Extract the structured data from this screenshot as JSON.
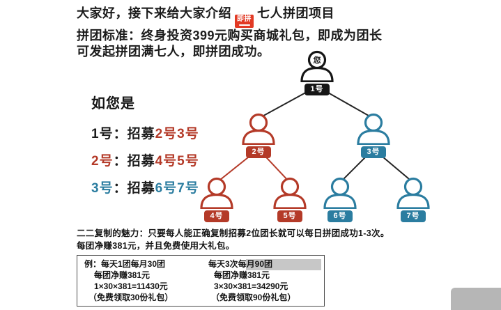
{
  "colors": {
    "red": "#b43a28",
    "blue": "#2b7da0",
    "dark": "#1e1e1e",
    "logo_red": "#e23a25",
    "badge_black": "#161616"
  },
  "header": {
    "intro_before": "大家好，接下来给大家介绍",
    "logo_text": "即拼",
    "intro_after": "七人拼团项目",
    "line2": "拼团标准：终身投资399元购买商城礼包，即成为团长",
    "line3": "可发起拼团满七人，即拼团成功。"
  },
  "left_panel": {
    "heading": "如您是",
    "rules": [
      {
        "who": "1号",
        "colon_action": "：招募",
        "targets": "2号3号"
      },
      {
        "who": "2号",
        "colon_action": "：招募",
        "targets": "4号5号"
      },
      {
        "who": "3号",
        "colon_action": "：招募",
        "targets": "6号7号"
      }
    ]
  },
  "tree": {
    "root": {
      "label": "1号",
      "inner": "您"
    },
    "level2": [
      {
        "label": "2号"
      },
      {
        "label": "3号"
      }
    ],
    "level3": [
      {
        "label": "4号"
      },
      {
        "label": "5号"
      },
      {
        "label": "6号"
      },
      {
        "label": "7号"
      }
    ]
  },
  "summary": {
    "line1": "二二复制的魅力：只要每人能正确复制招募2位团长就可以每日拼团成功1-3次。",
    "line2": "每团净赚381元，并且免费使用大礼包。"
  },
  "example_box": {
    "left": [
      "例：每天1团每月30团",
      "每团净赚381元",
      "1×30×381=11430元",
      "（免费领取30份礼包）"
    ],
    "right": [
      "每天3次每月90团",
      "每团净赚381元",
      "3×30×381=34290元",
      "（免费领取90份礼包）"
    ]
  }
}
